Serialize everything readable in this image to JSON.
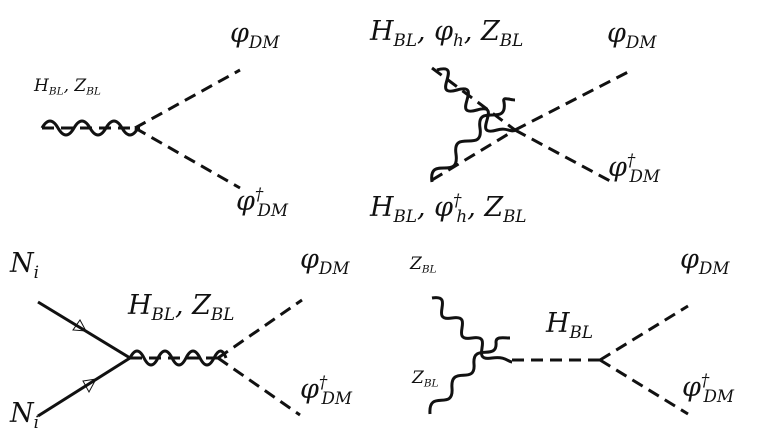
{
  "diagrams": [
    {
      "label_left": {
        "base": "H",
        "sub": "BL",
        "sep": ", ",
        "base2": "Z",
        "sub2": "BL"
      },
      "label_top": {
        "base": "φ",
        "sub": "DM"
      },
      "label_bottom": {
        "base": "φ",
        "sup": "†",
        "sub": "DM"
      }
    },
    {
      "label_top_left": {
        "text": "H",
        "sub": "BL",
        "mid": ", φ",
        "sub2": "h",
        "mid2": ", Z",
        "sub3": "BL"
      },
      "label_bottom_left": {
        "text": "H",
        "sub": "BL",
        "mid": ", φ",
        "sup2": "†",
        "sub2": "h",
        "mid2": ", Z",
        "sub3": "BL"
      },
      "label_top": {
        "base": "φ",
        "sub": "DM"
      },
      "label_bottom": {
        "base": "φ",
        "sup": "†",
        "sub": "DM"
      }
    },
    {
      "label_in_top": {
        "base": "N",
        "sub": "i"
      },
      "label_in_bottom": {
        "base": "N",
        "sub": "i"
      },
      "label_mid": {
        "base": "H",
        "sub": "BL",
        "sep": ", ",
        "base2": "Z",
        "sub2": "BL"
      },
      "label_top": {
        "base": "φ",
        "sub": "DM"
      },
      "label_bottom": {
        "base": "φ",
        "sup": "†",
        "sub": "DM"
      }
    },
    {
      "label_in_top": {
        "base": "Z",
        "sub": "BL"
      },
      "label_in_bottom": {
        "base": "Z",
        "sub": "BL"
      },
      "label_mid": {
        "base": "H",
        "sub": "BL"
      },
      "label_top": {
        "base": "φ",
        "sub": "DM"
      },
      "label_bottom": {
        "base": "φ",
        "sup": "†",
        "sub": "DM"
      }
    }
  ]
}
